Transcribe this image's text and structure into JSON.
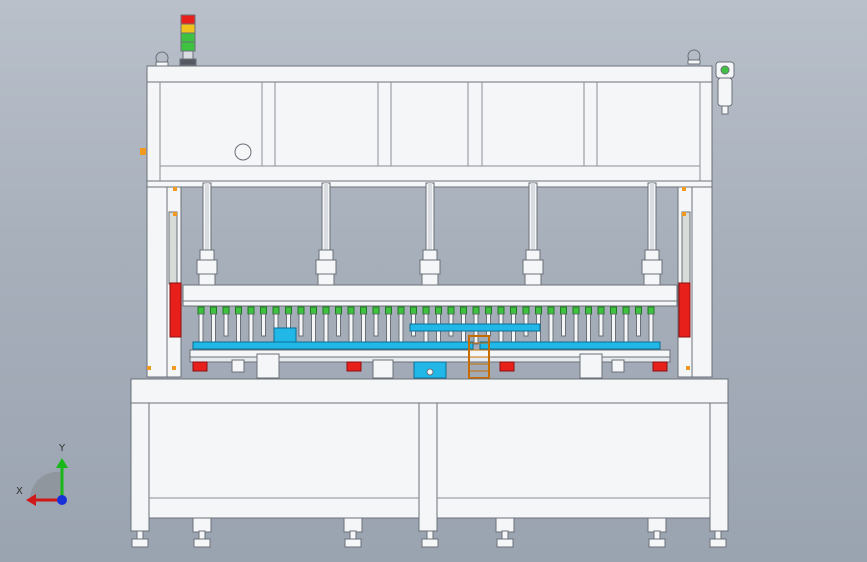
{
  "view": {
    "axis_x_label": "X",
    "axis_y_label": "Y"
  },
  "colors": {
    "background_top": "#b9c0ca",
    "background_bottom": "#9aa3b0",
    "frame_fill": "#f4f6f8",
    "frame_stroke": "#6b7078",
    "accent_red": "#e8201c",
    "accent_green": "#3fc23f",
    "accent_cyan": "#21b8e8",
    "accent_orange": "#f29a1f",
    "axis_x": "#d01818",
    "axis_y": "#18b818",
    "axis_z": "#1830d8"
  },
  "components": {
    "signal_tower": "signal-tower-icon",
    "lifting_eye": "lifting-eye-icon",
    "air_filter": "air-filter-icon",
    "guide_shaft": "guide-shaft",
    "pressing_plate": "pressing-plate",
    "fixture_pins": "fixture-pin-array",
    "base_cabinet": "base-cabinet",
    "leveling_foot": "leveling-foot-icon"
  }
}
